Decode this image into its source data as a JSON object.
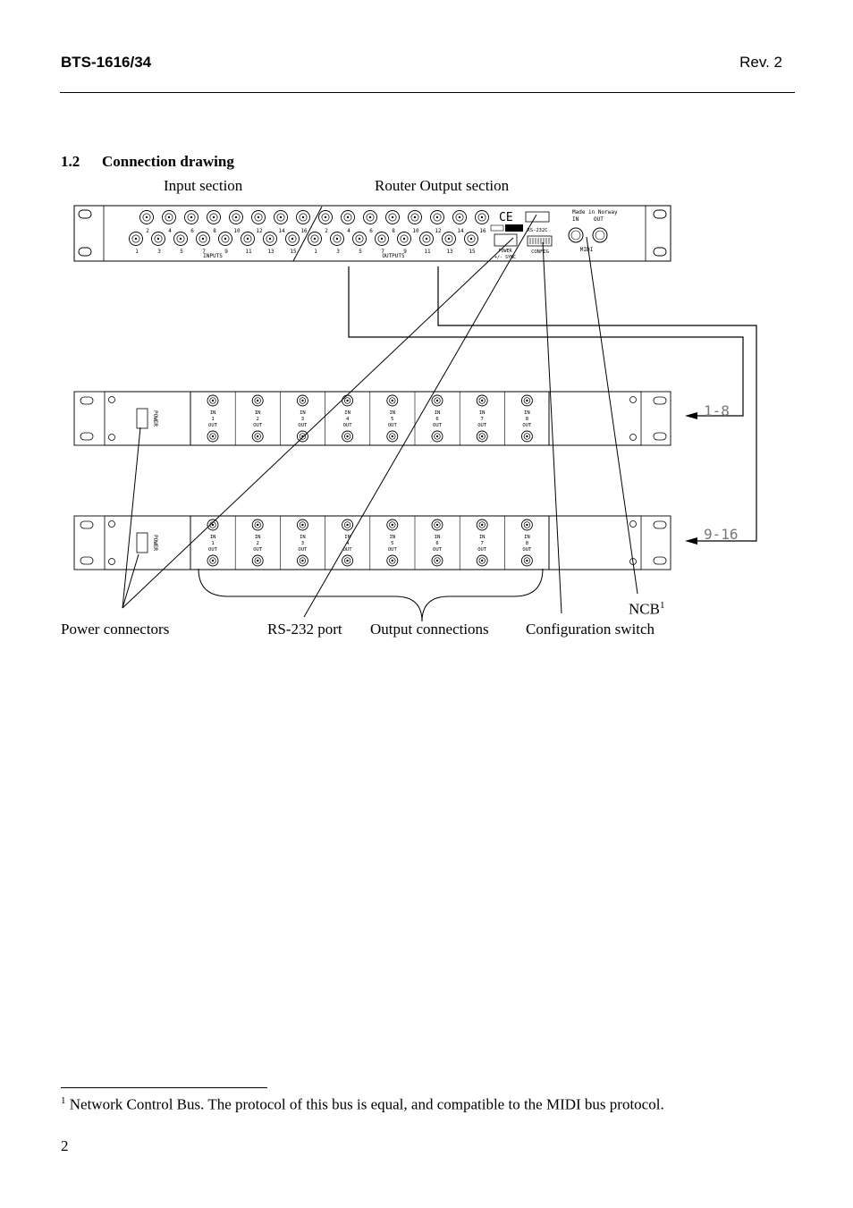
{
  "header": {
    "left": "BTS-1616/34",
    "right": "Rev. 2"
  },
  "section": {
    "number": "1.2",
    "title": "Connection drawing"
  },
  "drawing": {
    "top_labels": {
      "input_section": "Input section",
      "router_output_section": "Router Output section"
    },
    "router_panel": {
      "inputs_label": "INPUTS",
      "outputs_label": "OUTPUTS",
      "even_numbers": [
        "2",
        "4",
        "6",
        "8",
        "10",
        "12",
        "14",
        "16"
      ],
      "odd_numbers": [
        "1",
        "3",
        "5",
        "7",
        "9",
        "11",
        "13",
        "15"
      ],
      "ce_mark": "CE",
      "rs232_label": "RS-232C",
      "power_label": "POWER",
      "sync_label": "+/- SYNC",
      "config_label": "CONFIG",
      "made_in": "Made in Norway",
      "in_label": "IN",
      "out_label": "OUT",
      "midi_label": "MIDI"
    },
    "output_units": [
      {
        "range": "1-8",
        "channels": [
          "1",
          "2",
          "3",
          "4",
          "5",
          "6",
          "7",
          "8"
        ],
        "power_label": "POWER",
        "in_label": "IN",
        "out_label": "OUT"
      },
      {
        "range": "9-16",
        "channels": [
          "1",
          "2",
          "3",
          "4",
          "5",
          "6",
          "7",
          "8"
        ],
        "power_label": "POWER",
        "in_label": "IN",
        "out_label": "OUT"
      }
    ],
    "bottom_labels": {
      "power_connectors": "Power connectors",
      "rs232_port": "RS-232 port",
      "output_connections": "Output connections",
      "configuration_switch": "Configuration switch",
      "ncb": "NCB",
      "ncb_sup": "1"
    }
  },
  "footnote": {
    "marker": "1",
    "text": "Network Control Bus. The protocol of this bus is equal, and compatible to the MIDI bus protocol."
  },
  "page_number": "2"
}
